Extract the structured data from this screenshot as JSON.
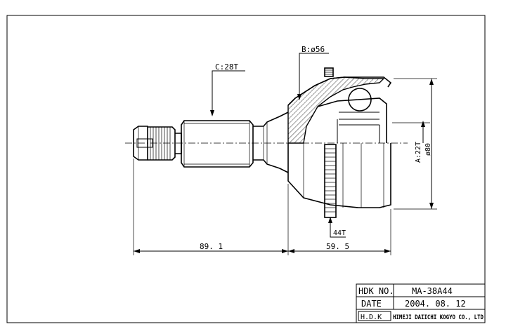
{
  "dimensions": {
    "spline_outer": "C:28T",
    "bell_outer_dia": "B:ø56",
    "spline_inner": "A:22T",
    "bell_dia": "ø80",
    "abs_ring": "44T",
    "shaft_length": "89. 1",
    "bell_length": "59. 5"
  },
  "title_block": {
    "part_no_label": "HDK NO.",
    "part_no_value": "MA-38A44",
    "date_label": "DATE",
    "date_value": "2004. 08. 12",
    "maker_logo": "H.D.K",
    "maker_name": "HIMEJI DAIICHI KOGYO CO., LTD"
  }
}
